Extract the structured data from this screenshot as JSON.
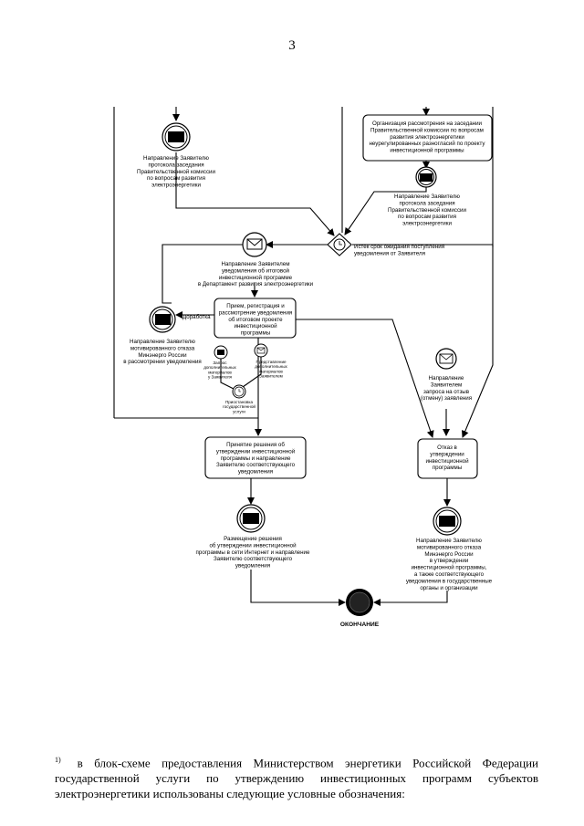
{
  "page_number": "3",
  "tasks": {
    "organization": [
      "Организация рассмотрения на заседании",
      "Правительственной комиссии по вопросам",
      "развития электроэнергетики",
      "неурегулированных разногласий по проекту",
      "инвестиционной программы"
    ],
    "receipt": [
      "Прием, регистрация и",
      "рассмотрение уведомления",
      "об итоговом проекте",
      "инвестиционной",
      "программы"
    ],
    "approval": [
      "Принятие решения об",
      "утверждении инвестиционной",
      "программы и направление",
      "Заявителю соответствующего",
      "уведомления"
    ],
    "refusal": [
      "Отказ в",
      "утверждении",
      "инвестиционной",
      "программы"
    ]
  },
  "events": {
    "protocol_left": [
      "Направление Заявителю",
      "протокола заседания",
      "Правительственной комиссии",
      "по вопросам развития",
      "электроэнергетики"
    ],
    "protocol_right": [
      "Направление Заявителю",
      "протокола заседания",
      "Правительственной комиссии",
      "по вопросам развития",
      "электроэнергетики"
    ],
    "timer_gateway": [
      "Истек срок ожидания поступления",
      "уведомления от Заявителя"
    ],
    "final_notice": [
      "Направление Заявителем",
      "уведомления об итоговой",
      "инвестиционной программе",
      "в Департамент развития электроэнергетики"
    ],
    "motivated_refusal_left": [
      "Направление Заявителю",
      "мотивированного отказа",
      "Минэнерго России",
      "в рассмотрении уведомления"
    ],
    "rework": "Доработка",
    "request_materials": [
      "Запрос",
      "дополнительных",
      "материалов",
      "у Заявителя"
    ],
    "provide_materials": [
      "Представление",
      "дополнительных",
      "материалов",
      "Заявителем"
    ],
    "suspension": [
      "Приостановка",
      "государственной",
      "услуги"
    ],
    "withdrawal_request": [
      "Направление",
      "Заявителем",
      "запроса на отзыв",
      "(отмену) заявления"
    ],
    "publication": [
      "Размещение решения",
      "об утверждении инвестиционной",
      "программы в сети Интернет и направление",
      "Заявителю соответствующего",
      "уведомления"
    ],
    "motivated_refusal_right": [
      "Направление Заявителю",
      "мотивированного отказа",
      "Минэнерго России",
      "в утверждении",
      "инвестиционной программы,",
      "а также соответствующего",
      "уведомления в государственные",
      "органы и организации"
    ],
    "end": "ОКОНЧАНИЕ"
  },
  "footnote": {
    "marker": "1)",
    "text": "в блок-схеме предоставления Министерством энергетики Российской Федерации государственной услуги по утверждению инвестиционных программ субъектов электроэнергетики использованы следующие условные обозначения:"
  }
}
